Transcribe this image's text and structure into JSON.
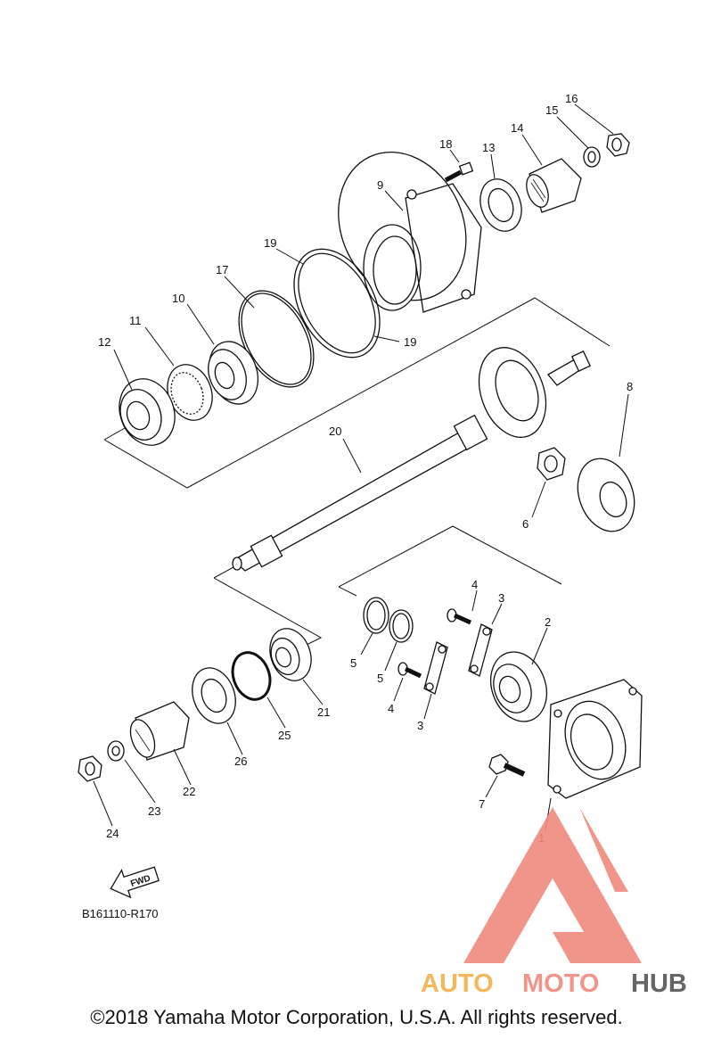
{
  "diagram": {
    "code": "B161110-R170",
    "fwd_label": "FWD",
    "part_labels": {
      "p1": "1",
      "p2": "2",
      "p3a": "3",
      "p3b": "3",
      "p4a": "4",
      "p4b": "4",
      "p5a": "5",
      "p5b": "5",
      "p6": "6",
      "p7": "7",
      "p8": "8",
      "p9": "9",
      "p10": "10",
      "p11": "11",
      "p12": "12",
      "p13": "13",
      "p14": "14",
      "p15": "15",
      "p16": "16",
      "p17": "17",
      "p18": "18",
      "p19a": "19",
      "p19b": "19",
      "p20": "20",
      "p21": "21",
      "p22": "22",
      "p23": "23",
      "p24": "24",
      "p25": "25",
      "p26": "26"
    }
  },
  "watermark": {
    "text_auto": "AUTO",
    "text_moto": "MOTO",
    "text_hub": "HUB",
    "color_primary": "#f08a7e",
    "color_accent": "#f4b04a",
    "color_hub": "#555555"
  },
  "footer": {
    "copyright": "©2018 Yamaha Motor Corporation, U.S.A. All rights reserved."
  }
}
